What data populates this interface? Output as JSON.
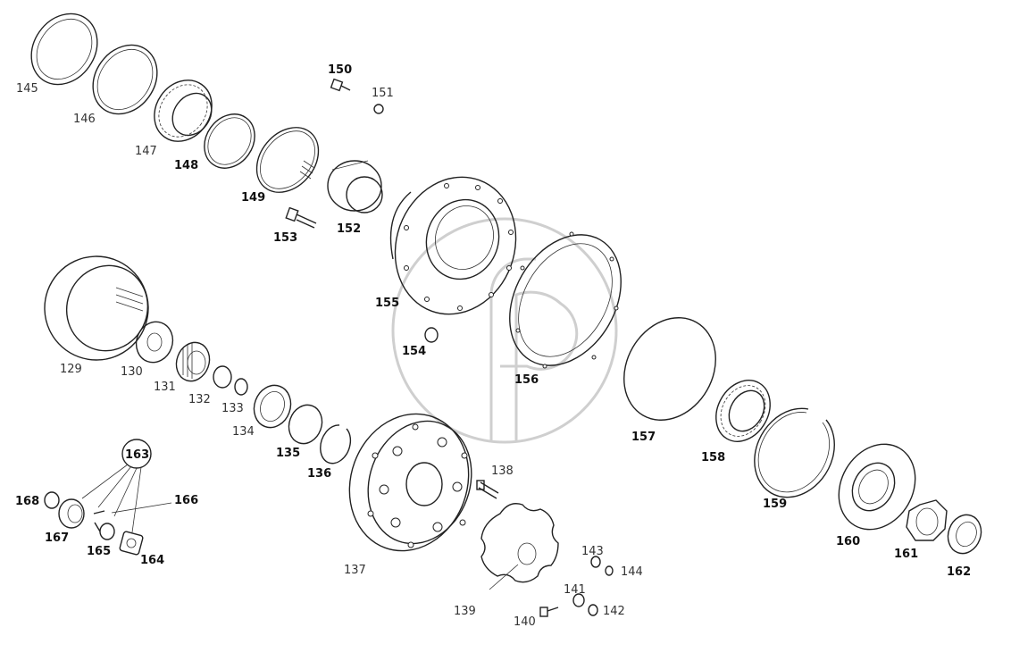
{
  "diagram": {
    "labels": {
      "p129": "129",
      "p130": "130",
      "p131": "131",
      "p132": "132",
      "p133": "133",
      "p134": "134",
      "p135": "135",
      "p136": "136",
      "p137": "137",
      "p138": "138",
      "p139": "139",
      "p140": "140",
      "p141": "141",
      "p142": "142",
      "p143": "143",
      "p144": "144",
      "p145": "145",
      "p146": "146",
      "p147": "147",
      "p148": "148",
      "p149": "149",
      "p150": "150",
      "p151": "151",
      "p152": "152",
      "p153": "153",
      "p154": "154",
      "p155": "155",
      "p156": "156",
      "p157": "157",
      "p158": "158",
      "p159": "159",
      "p160": "160",
      "p161": "161",
      "p162": "162",
      "p163": "163",
      "p164": "164",
      "p165": "165",
      "p166": "166",
      "p167": "167",
      "p168": "168"
    },
    "colors": {
      "line": "#222222",
      "label": "#333333",
      "watermark": "#cfcfcf"
    }
  }
}
